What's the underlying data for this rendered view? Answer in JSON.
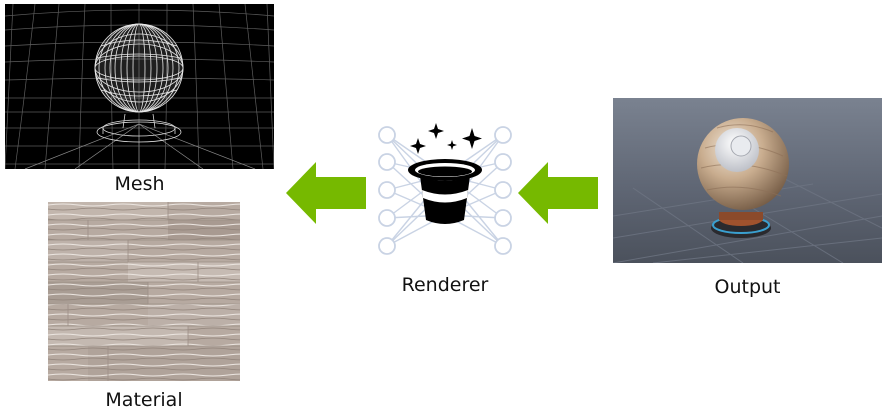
{
  "labels": {
    "mesh": "Mesh",
    "material": "Material",
    "renderer": "Renderer",
    "output": "Output"
  },
  "icons": {
    "mesh_image": "wireframe-sphere-mesh-image",
    "material_image": "wood-texture-image",
    "renderer_icon": "neural-network-magic-hat-icon",
    "output_image": "rendered-wood-sphere-image",
    "arrow": "left-arrow-icon"
  },
  "colors": {
    "arrow": "#76b900",
    "network_nodes": "#c9d3e4",
    "mesh_background": "#000000",
    "wood": "#b8a99e",
    "output_background": "#5a6270"
  }
}
